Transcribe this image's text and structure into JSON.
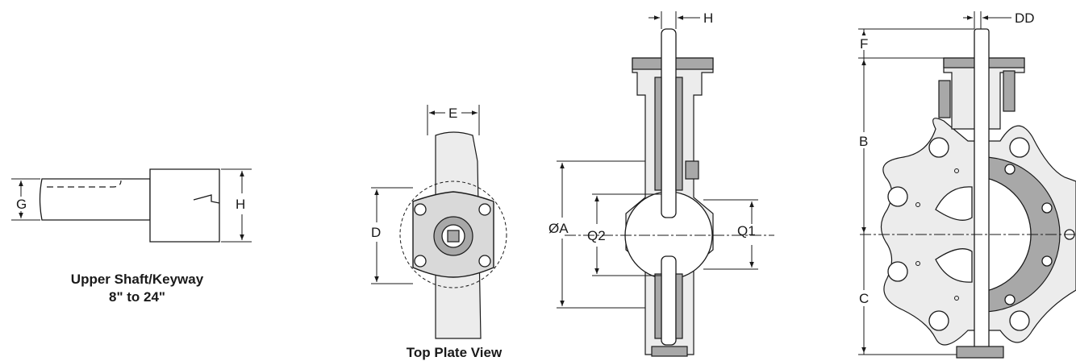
{
  "captions": {
    "shaft": [
      "Upper Shaft/Keyway",
      "8\" to 24\""
    ],
    "top_plate": "Top Plate View"
  },
  "dimensions": {
    "G": "G",
    "H_shaft": "H",
    "E": "E",
    "D": "D",
    "H_side": "H",
    "A": "ØA",
    "Q2": "Q2",
    "Q1": "Q1",
    "DD": "DD",
    "F": "F",
    "B": "B",
    "C": "C"
  }
}
